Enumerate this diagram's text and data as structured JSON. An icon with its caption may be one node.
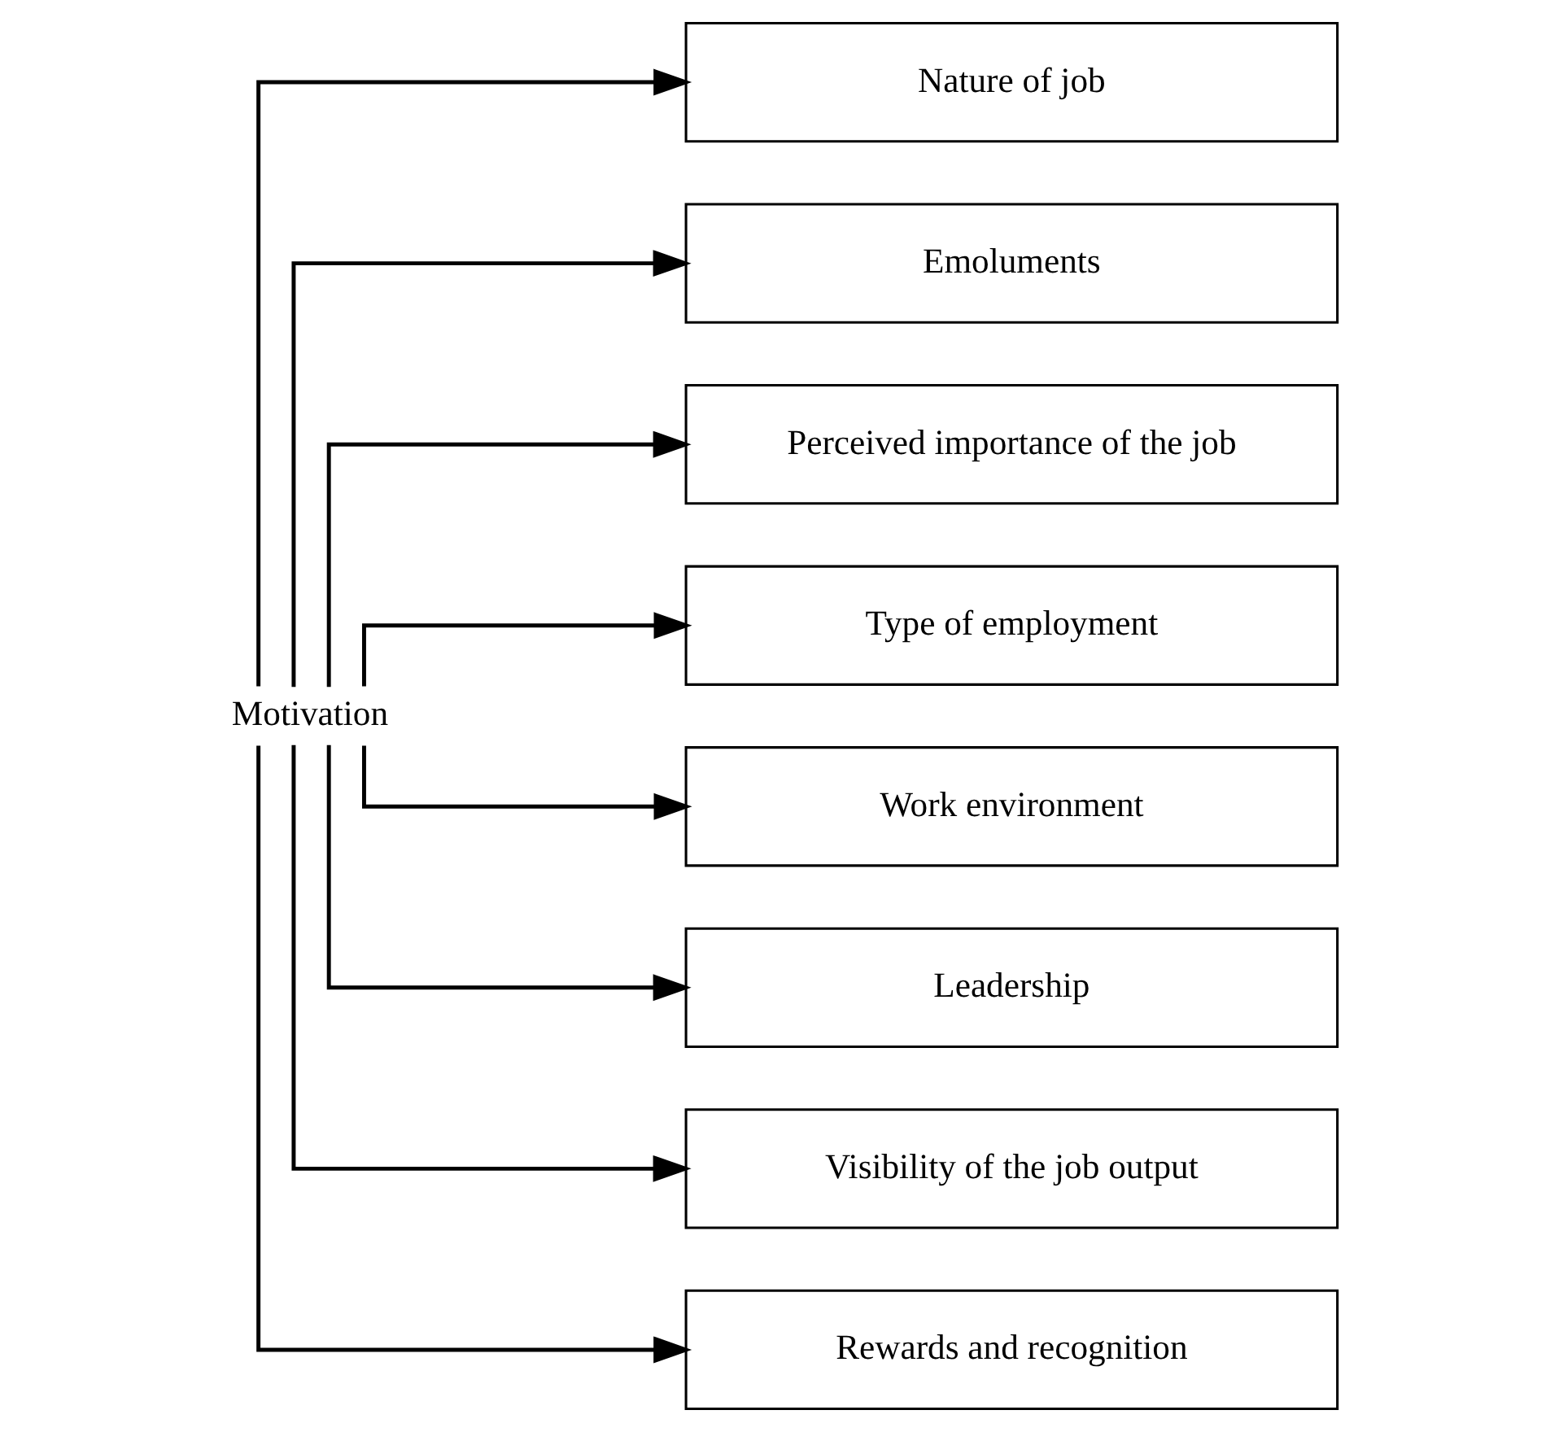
{
  "diagram": {
    "nodes": [
      {
        "text": [
          "Motivation"
        ]
      },
      {
        "text": [
          "Nature of job"
        ]
      },
      {
        "text": [
          "Emoluments"
        ]
      },
      {
        "text": [
          "Perceived importance of the job"
        ]
      },
      {
        "text": [
          "Type of employment"
        ]
      },
      {
        "text": [
          "Work environment"
        ]
      },
      {
        "text": [
          "Leadership"
        ]
      },
      {
        "text": [
          "Visibility of the job output"
        ]
      },
      {
        "text": [
          "Rewards and recognition"
        ]
      }
    ],
    "edges": [
      {
        "from": 0,
        "to": 1,
        "arrow": "to"
      },
      {
        "from": 0,
        "to": 2,
        "arrow": "to"
      },
      {
        "from": 0,
        "to": 3,
        "arrow": "to"
      },
      {
        "from": 0,
        "to": 4,
        "arrow": "to"
      },
      {
        "from": 0,
        "to": 5,
        "arrow": "to"
      },
      {
        "from": 0,
        "to": 6,
        "arrow": "to"
      },
      {
        "from": 0,
        "to": 7,
        "arrow": "to"
      },
      {
        "from": 0,
        "to": 8,
        "arrow": "to"
      }
    ]
  }
}
